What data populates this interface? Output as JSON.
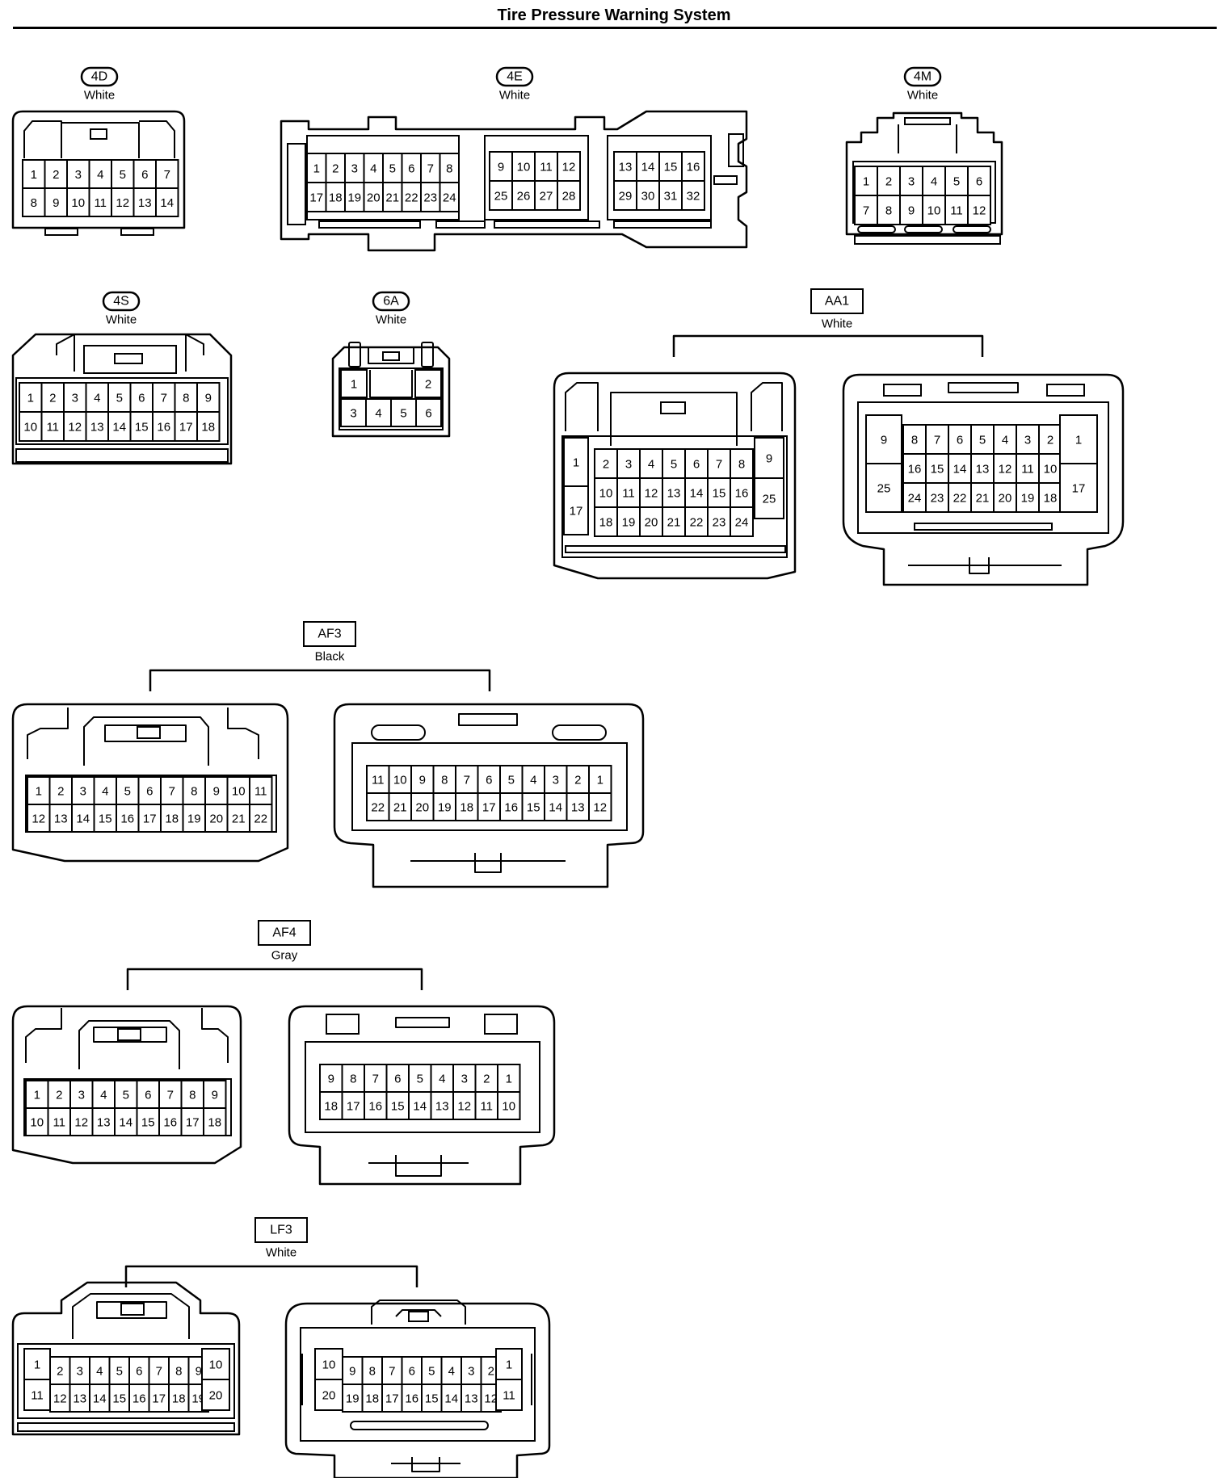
{
  "title": "Tire Pressure Warning System",
  "connectors": [
    {
      "id": "4D",
      "color": "White",
      "faces": [
        {
          "rows": [
            [
              "1",
              "2",
              "3",
              "4",
              "5",
              "6",
              "7"
            ],
            [
              "8",
              "9",
              "10",
              "11",
              "12",
              "13",
              "14"
            ]
          ]
        }
      ]
    },
    {
      "id": "4E",
      "color": "White",
      "faces": [
        {
          "groups": [
            {
              "rows": [
                [
                  "1",
                  "2",
                  "3",
                  "4",
                  "5",
                  "6",
                  "7",
                  "8"
                ],
                [
                  "17",
                  "18",
                  "19",
                  "20",
                  "21",
                  "22",
                  "23",
                  "24"
                ]
              ]
            },
            {
              "rows": [
                [
                  "9",
                  "10",
                  "11",
                  "12"
                ],
                [
                  "25",
                  "26",
                  "27",
                  "28"
                ]
              ]
            },
            {
              "rows": [
                [
                  "13",
                  "14",
                  "15",
                  "16"
                ],
                [
                  "29",
                  "30",
                  "31",
                  "32"
                ]
              ]
            }
          ]
        }
      ]
    },
    {
      "id": "4M",
      "color": "White",
      "faces": [
        {
          "rows": [
            [
              "1",
              "2",
              "3",
              "4",
              "5",
              "6"
            ],
            [
              "7",
              "8",
              "9",
              "10",
              "11",
              "12"
            ]
          ]
        }
      ]
    },
    {
      "id": "4S",
      "color": "White",
      "faces": [
        {
          "rows": [
            [
              "1",
              "2",
              "3",
              "4",
              "5",
              "6",
              "7",
              "8",
              "9"
            ],
            [
              "10",
              "11",
              "12",
              "13",
              "14",
              "15",
              "16",
              "17",
              "18"
            ]
          ]
        }
      ]
    },
    {
      "id": "6A",
      "color": "White",
      "faces": [
        {
          "rows": [
            [
              "1",
              "2"
            ],
            [
              "3",
              "4",
              "5",
              "6"
            ]
          ]
        }
      ]
    },
    {
      "id": "AA1",
      "color": "White",
      "faces": [
        {
          "left": [
            "1",
            "17"
          ],
          "rows": [
            [
              "2",
              "3",
              "4",
              "5",
              "6",
              "7",
              "8"
            ],
            [
              "10",
              "11",
              "12",
              "13",
              "14",
              "15",
              "16"
            ],
            [
              "18",
              "19",
              "20",
              "21",
              "22",
              "23",
              "24"
            ]
          ],
          "right": [
            "9",
            "25"
          ]
        },
        {
          "left": [
            "9",
            "25"
          ],
          "rows": [
            [
              "8",
              "7",
              "6",
              "5",
              "4",
              "3",
              "2"
            ],
            [
              "16",
              "15",
              "14",
              "13",
              "12",
              "11",
              "10"
            ],
            [
              "24",
              "23",
              "22",
              "21",
              "20",
              "19",
              "18"
            ]
          ],
          "right": [
            "1",
            "17"
          ]
        }
      ]
    },
    {
      "id": "AF3",
      "color": "Black",
      "faces": [
        {
          "rows": [
            [
              "1",
              "2",
              "3",
              "4",
              "5",
              "6",
              "7",
              "8",
              "9",
              "10",
              "11"
            ],
            [
              "12",
              "13",
              "14",
              "15",
              "16",
              "17",
              "18",
              "19",
              "20",
              "21",
              "22"
            ]
          ]
        },
        {
          "rows": [
            [
              "11",
              "10",
              "9",
              "8",
              "7",
              "6",
              "5",
              "4",
              "3",
              "2",
              "1"
            ],
            [
              "22",
              "21",
              "20",
              "19",
              "18",
              "17",
              "16",
              "15",
              "14",
              "13",
              "12"
            ]
          ]
        }
      ]
    },
    {
      "id": "AF4",
      "color": "Gray",
      "faces": [
        {
          "rows": [
            [
              "1",
              "2",
              "3",
              "4",
              "5",
              "6",
              "7",
              "8",
              "9"
            ],
            [
              "10",
              "11",
              "12",
              "13",
              "14",
              "15",
              "16",
              "17",
              "18"
            ]
          ]
        },
        {
          "rows": [
            [
              "9",
              "8",
              "7",
              "6",
              "5",
              "4",
              "3",
              "2",
              "1"
            ],
            [
              "18",
              "17",
              "16",
              "15",
              "14",
              "13",
              "12",
              "11",
              "10"
            ]
          ]
        }
      ]
    },
    {
      "id": "LF3",
      "color": "White",
      "faces": [
        {
          "left": [
            "1",
            "11"
          ],
          "rows": [
            [
              "2",
              "3",
              "4",
              "5",
              "6",
              "7",
              "8",
              "9"
            ],
            [
              "12",
              "13",
              "14",
              "15",
              "16",
              "17",
              "18",
              "19"
            ]
          ],
          "right": [
            "10",
            "20"
          ]
        },
        {
          "left": [
            "10",
            "20"
          ],
          "rows": [
            [
              "9",
              "8",
              "7",
              "6",
              "5",
              "4",
              "3",
              "2"
            ],
            [
              "19",
              "18",
              "17",
              "16",
              "15",
              "14",
              "13",
              "12"
            ]
          ],
          "right": [
            "1",
            "11"
          ]
        }
      ]
    }
  ]
}
